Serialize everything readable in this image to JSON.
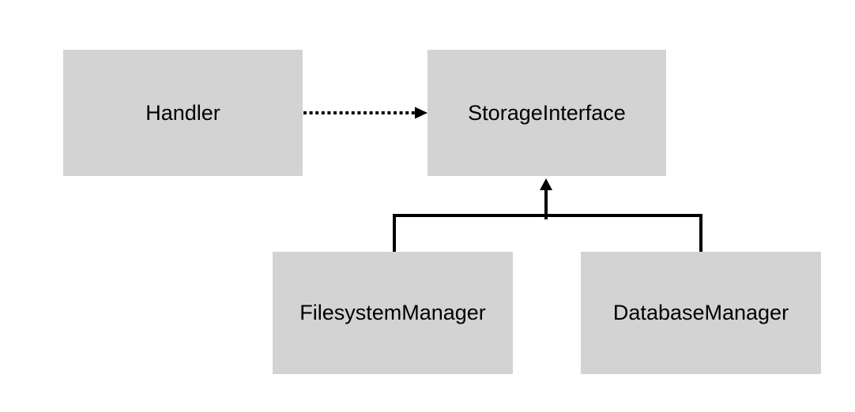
{
  "diagram": {
    "type": "class-diagram",
    "background_color": "#ffffff",
    "node_fill_color": "#d3d3d3",
    "line_color": "#000000",
    "text_color": "#000000",
    "nodes": [
      {
        "id": "handler",
        "label": "Handler"
      },
      {
        "id": "storage_interface",
        "label": "StorageInterface"
      },
      {
        "id": "filesystem_manager",
        "label": "FilesystemManager"
      },
      {
        "id": "database_manager",
        "label": "DatabaseManager"
      }
    ],
    "edges": [
      {
        "from": "Handler",
        "to": "StorageInterface",
        "line_style": "dotted",
        "arrowhead": "solid-triangle",
        "meaning": "dependency"
      },
      {
        "from": "FilesystemManager",
        "to": "StorageInterface",
        "line_style": "solid",
        "arrowhead": "solid-triangle",
        "meaning": "inheritance"
      },
      {
        "from": "DatabaseManager",
        "to": "StorageInterface",
        "line_style": "solid",
        "arrowhead": "solid-triangle",
        "meaning": "inheritance"
      }
    ]
  }
}
